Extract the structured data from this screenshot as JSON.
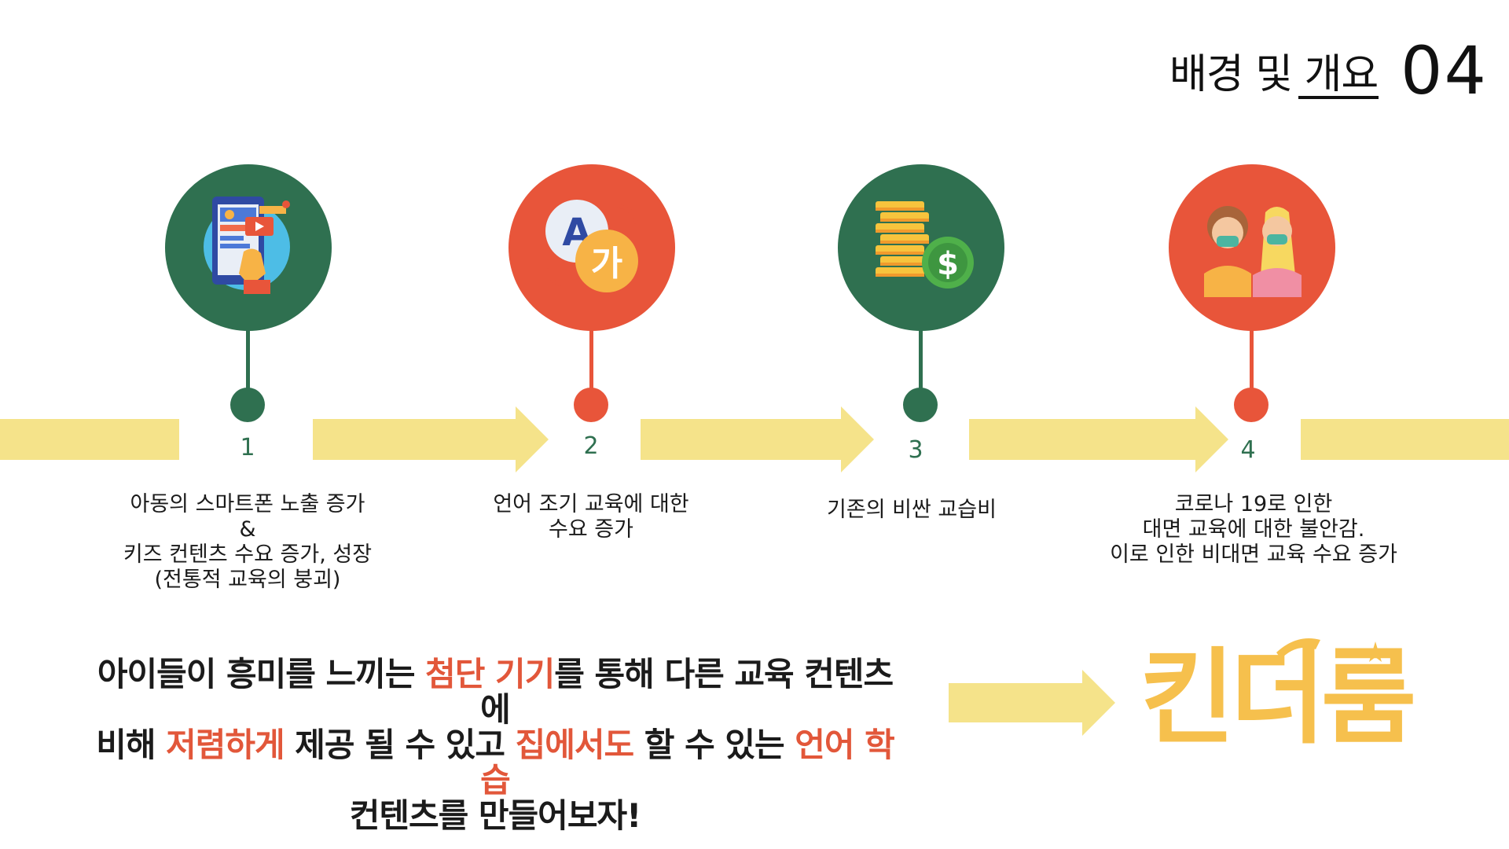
{
  "header": {
    "title": "배경 및 개요",
    "page_number": "04"
  },
  "colors": {
    "green": "#2f7050",
    "red": "#e8553a",
    "band": "#f5e38a",
    "highlight": "#e2573a",
    "logo": "#f6c04d"
  },
  "steps": [
    {
      "number": "1",
      "icon": "smartphone-video-icon",
      "color": "#2f7050",
      "lines": [
        "아동의 스마트폰 노출 증가",
        "&",
        "키즈 컨텐츠 수요 증가, 성장",
        "(전통적 교육의 붕괴)"
      ]
    },
    {
      "number": "2",
      "icon": "language-translate-icon",
      "color": "#e8553a",
      "lines": [
        "언어 조기 교육에 대한",
        "수요 증가"
      ]
    },
    {
      "number": "3",
      "icon": "coins-dollar-icon",
      "color": "#2f7050",
      "lines": [
        "기존의 비싼 교습비"
      ]
    },
    {
      "number": "4",
      "icon": "masked-kids-icon",
      "color": "#e8553a",
      "lines": [
        "코로나 19로 인한",
        "대면 교육에 대한 불안감.",
        "이로 인한 비대면 교육 수요 증가"
      ]
    }
  ],
  "icon_glyphs": {
    "step2_latin": "A",
    "step2_korean": "가",
    "step3_currency": "$"
  },
  "summary": {
    "line1_a": "아이들이 흥미를 느끼는 ",
    "line1_hl": "첨단 기기",
    "line1_b": "를 통해 다른 교육 컨텐츠에",
    "line2_a": "비해 ",
    "line2_hl1": "저렴하게",
    "line2_b": " 제공 될 수 있고 ",
    "line2_hl2": "집에서도",
    "line2_c": " 할 수 있는 ",
    "line2_hl3": "언어 학습",
    "line3": "컨텐츠를 만들어보자!"
  },
  "logo": {
    "text": "킨더룸"
  }
}
